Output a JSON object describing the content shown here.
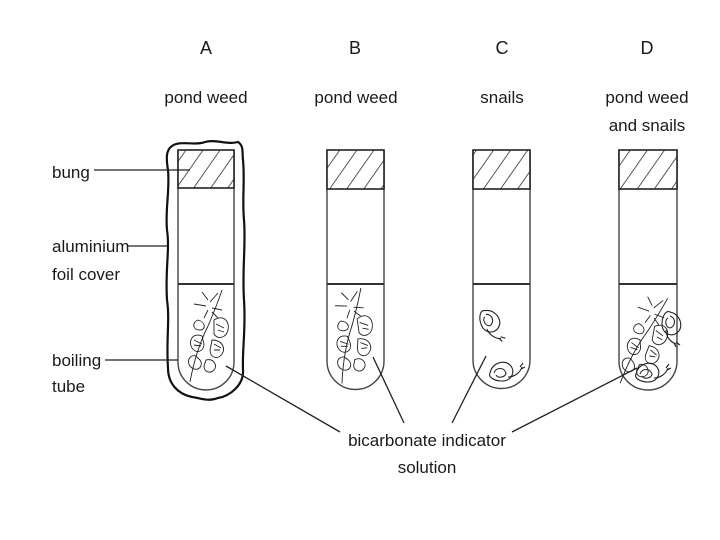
{
  "diagram": {
    "subject": "Bicarbonate indicator experiment with boiling tubes",
    "tubes": [
      {
        "id": "A",
        "letter": "A",
        "contents_lines": [
          "pond weed"
        ],
        "covered_with_foil": true,
        "has_pond_weed": true,
        "has_snails": false
      },
      {
        "id": "B",
        "letter": "B",
        "contents_lines": [
          "pond weed"
        ],
        "covered_with_foil": false,
        "has_pond_weed": true,
        "has_snails": false
      },
      {
        "id": "C",
        "letter": "C",
        "contents_lines": [
          "snails"
        ],
        "covered_with_foil": false,
        "has_pond_weed": false,
        "has_snails": true
      },
      {
        "id": "D",
        "letter": "D",
        "contents_lines": [
          "pond weed",
          "and snails"
        ],
        "covered_with_foil": false,
        "has_pond_weed": true,
        "has_snails": true
      }
    ],
    "side_labels": {
      "bung": "bung",
      "foil_line1": "aluminium",
      "foil_line2": "foil cover",
      "tube_line1": "boiling",
      "tube_line2": "tube"
    },
    "caption": {
      "line1": "bicarbonate indicator",
      "line2": "solution"
    }
  }
}
